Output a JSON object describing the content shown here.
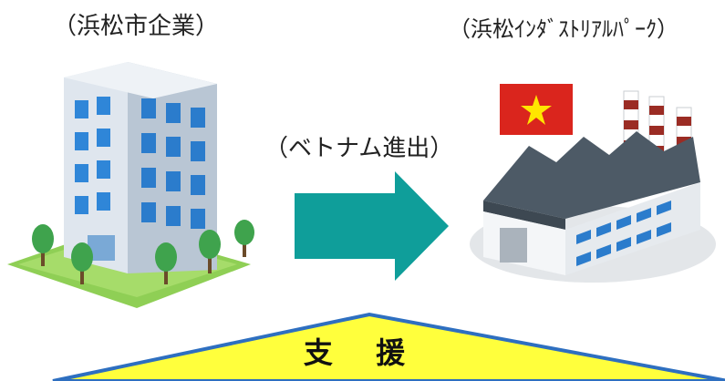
{
  "labels": {
    "left_company": "（浜松市企業）",
    "right_park": "（浜松ｲﾝﾀﾞｽﾄﾘｱﾙﾊﾟｰｸ）",
    "middle_action": "（ベトナム進出）",
    "support": "支 援"
  },
  "colors": {
    "arrow": "#0f9e9a",
    "support_fill": "#ffff3c",
    "support_border": "#2e6fc0",
    "flag_red": "#da251d",
    "flag_star": "#ffe600"
  },
  "icons": {
    "left": "office-building-icon",
    "right": "factory-icon",
    "flag": "vietnam-flag-icon"
  }
}
